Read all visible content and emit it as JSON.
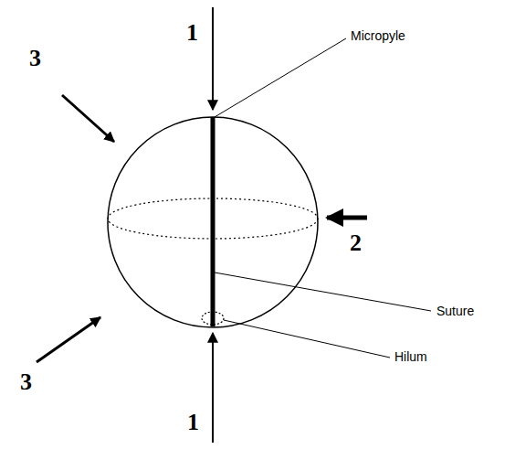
{
  "diagram": {
    "labels": [
      "1",
      "3",
      "Micropyle",
      "2",
      "Suture",
      "3",
      "Hilum",
      "1"
    ]
  }
}
